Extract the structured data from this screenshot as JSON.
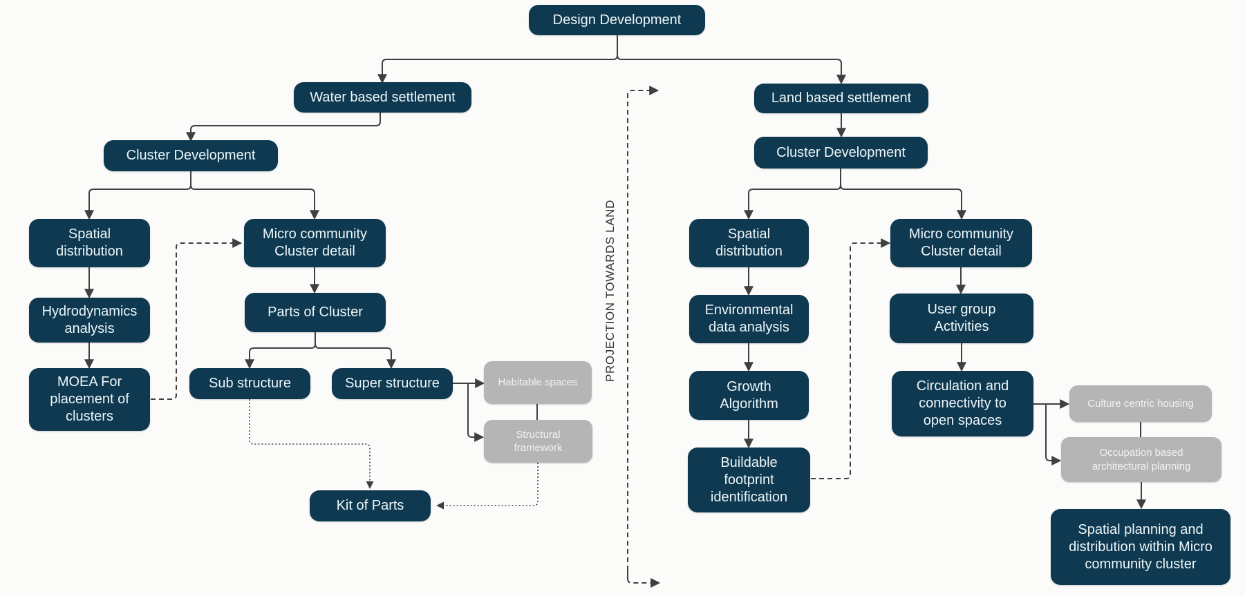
{
  "diagram": {
    "kind": "flowchart",
    "colors": {
      "node_dark": "#0e3950",
      "node_gray": "#b5b5b5",
      "node_text": "#edf6f9",
      "line": "#3f3f3f",
      "background": "#fbfbfa"
    },
    "nodes": {
      "design_development": {
        "label": "Design Development"
      },
      "water_based_settlement": {
        "label": "Water based settlement"
      },
      "cluster_development_water": {
        "label": "Cluster Development"
      },
      "spatial_distribution_water": {
        "label": "Spatial distribution"
      },
      "hydrodynamics_analysis": {
        "label": "Hydrodynamics analysis"
      },
      "moea_placement": {
        "label": "MOEA For placement of clusters"
      },
      "micro_community_water": {
        "label": "Micro community Cluster detail"
      },
      "parts_of_cluster": {
        "label": "Parts of Cluster"
      },
      "sub_structure": {
        "label": "Sub structure"
      },
      "super_structure": {
        "label": "Super structure"
      },
      "habitable_spaces": {
        "label": "Habitable spaces"
      },
      "structural_framework": {
        "label": "Structural framework"
      },
      "kit_of_parts": {
        "label": "Kit of Parts"
      },
      "land_based_settlement": {
        "label": "Land based settlement"
      },
      "cluster_development_land": {
        "label": "Cluster Development"
      },
      "spatial_distribution_land": {
        "label": "Spatial distribution"
      },
      "environmental_data_analysis": {
        "label": "Environmental data analysis"
      },
      "growth_algorithm": {
        "label": "Growth Algorithm"
      },
      "buildable_footprint": {
        "label": "Buildable footprint identification"
      },
      "micro_community_land": {
        "label": "Micro community Cluster detail"
      },
      "user_group_activities": {
        "label": "User group Activities"
      },
      "circulation_connectivity": {
        "label": "Circulation and connectivity to open spaces"
      },
      "culture_centric_housing": {
        "label": "Culture centric housing"
      },
      "occupation_based_planning": {
        "label": "Occupation based architectural planning"
      },
      "spatial_planning_distribution": {
        "label": "Spatial planning and distribution within Micro community cluster"
      }
    },
    "annotations": {
      "projection_label": "PROJECTION TOWARDS LAND"
    }
  }
}
